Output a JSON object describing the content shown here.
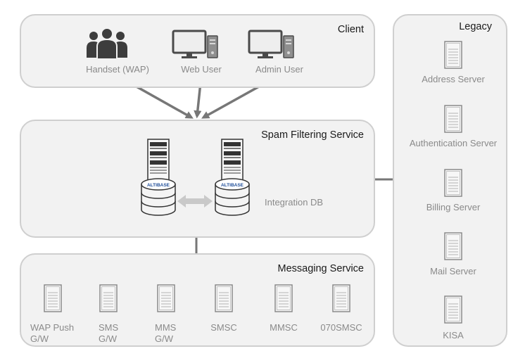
{
  "client": {
    "title": "Client",
    "items": [
      {
        "label": "Handset (WAP)",
        "icon": "users-icon"
      },
      {
        "label": "Web User",
        "icon": "desktop-computer-icon"
      },
      {
        "label": "Admin User",
        "icon": "desktop-computer-icon"
      }
    ]
  },
  "spam": {
    "title": "Spam Filtering Service",
    "db_label": "Integration DB",
    "db_brand": "ALTIBASE",
    "db_icons": [
      "database-server-icon",
      "database-server-icon"
    ],
    "sync_icon": "bidirectional-arrow-icon"
  },
  "messaging": {
    "title": "Messaging Service",
    "items": [
      {
        "line1": "WAP Push",
        "line2": "G/W"
      },
      {
        "line1": "SMS",
        "line2": "G/W"
      },
      {
        "line1": "MMS",
        "line2": "G/W"
      },
      {
        "line1": "SMSC",
        "line2": ""
      },
      {
        "line1": "MMSC",
        "line2": ""
      },
      {
        "line1": "070SMSC",
        "line2": ""
      }
    ]
  },
  "legacy": {
    "title": "Legacy",
    "items": [
      {
        "label": "Address Server"
      },
      {
        "label": "Authentication Server"
      },
      {
        "label": "Billing Server"
      },
      {
        "label": "Mail Server"
      },
      {
        "label": "KISA"
      }
    ]
  },
  "colors": {
    "panel_fill": "#f2f2f2",
    "panel_border": "#cfcfcf",
    "connector": "#777777",
    "label_text": "#8a8a8a",
    "title_text": "#1a1a1a",
    "brand_blue": "#1f4e99"
  }
}
